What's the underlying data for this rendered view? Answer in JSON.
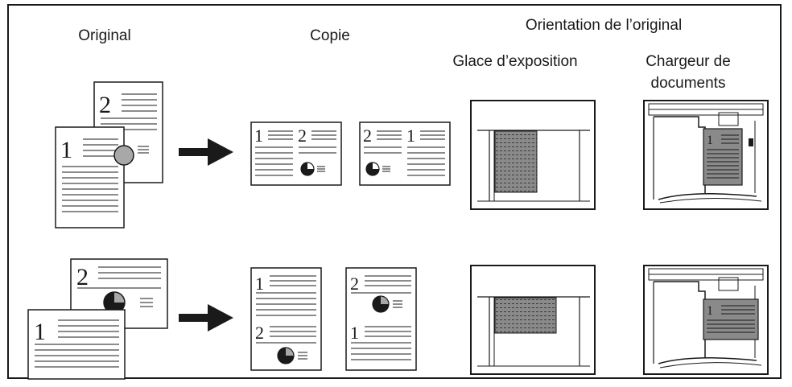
{
  "headers": {
    "original": "Original",
    "copy": "Copie",
    "orientation": "Orientation de l’original",
    "glass": "Glace d’exposition",
    "feeder_line1": "Chargeur de",
    "feeder_line2": "documents"
  },
  "page_numbers": {
    "one": "1",
    "two": "2"
  }
}
